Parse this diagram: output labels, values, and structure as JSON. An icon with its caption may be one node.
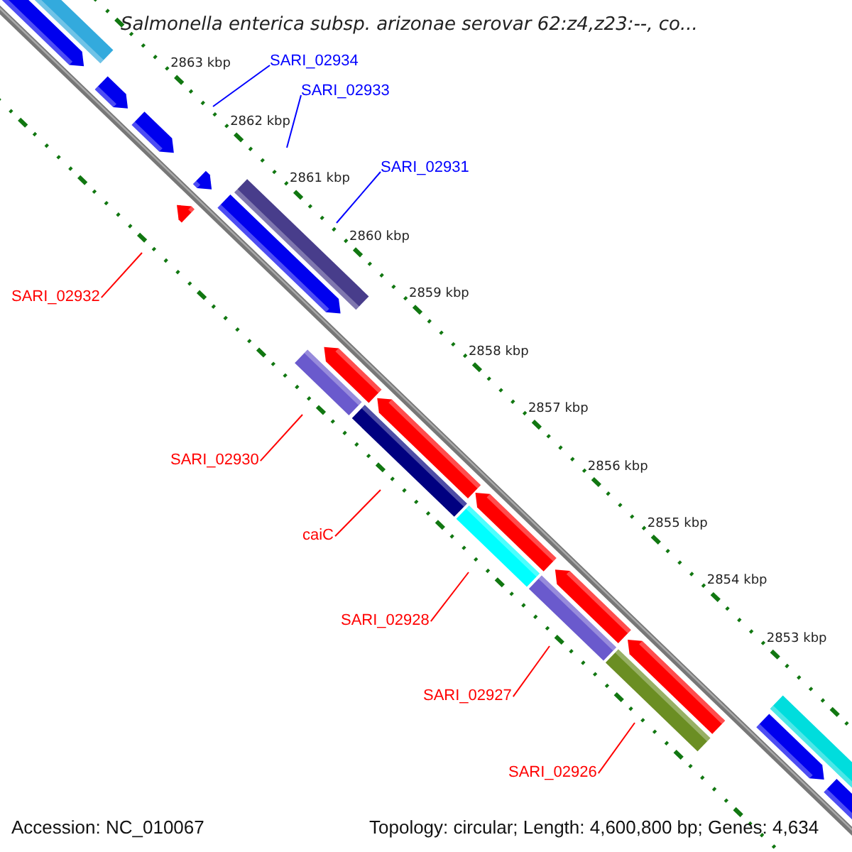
{
  "diagram": {
    "title": "Salmonella enterica subsp. arizonae serovar 62:z4,z23:--, co...",
    "nodes": [
      {
        "text": [
          "SARI_02934"
        ]
      },
      {
        "text": [
          "SARI_02933"
        ]
      },
      {
        "text": [
          "SARI_02931"
        ]
      },
      {
        "text": [
          "SARI_02932"
        ]
      },
      {
        "text": [
          "SARI_02930"
        ]
      },
      {
        "text": [
          "caiC"
        ]
      },
      {
        "text": [
          "SARI_02928"
        ]
      },
      {
        "text": [
          "SARI_02927"
        ]
      },
      {
        "text": [
          "SARI_02926"
        ]
      }
    ],
    "edges": [
      {
        "from": 0,
        "to": null,
        "arrow": "none",
        "color": "#0000ff"
      },
      {
        "from": 1,
        "to": null,
        "arrow": "none",
        "color": "#0000ff"
      },
      {
        "from": 2,
        "to": null,
        "arrow": "none",
        "color": "#0000ff"
      },
      {
        "from": 3,
        "to": null,
        "arrow": "none"
      },
      {
        "from": 4,
        "to": null,
        "arrow": "none"
      },
      {
        "from": 5,
        "to": null,
        "arrow": "none"
      },
      {
        "from": 6,
        "to": null,
        "arrow": "none"
      },
      {
        "from": 7,
        "to": null,
        "arrow": "none"
      },
      {
        "from": 8,
        "to": null,
        "arrow": "none"
      }
    ],
    "labels": [
      "2863 kbp",
      "2862 kbp",
      "2861 kbp",
      "2860 kbp",
      "2859 kbp",
      "2858 kbp",
      "2857 kbp",
      "2856 kbp",
      "2855 kbp",
      "2854 kbp",
      "2853 kbp",
      "Accession: NC_010067",
      "Topology: circular; Length: 4,600,800 bp; Genes: 4,634"
    ]
  }
}
